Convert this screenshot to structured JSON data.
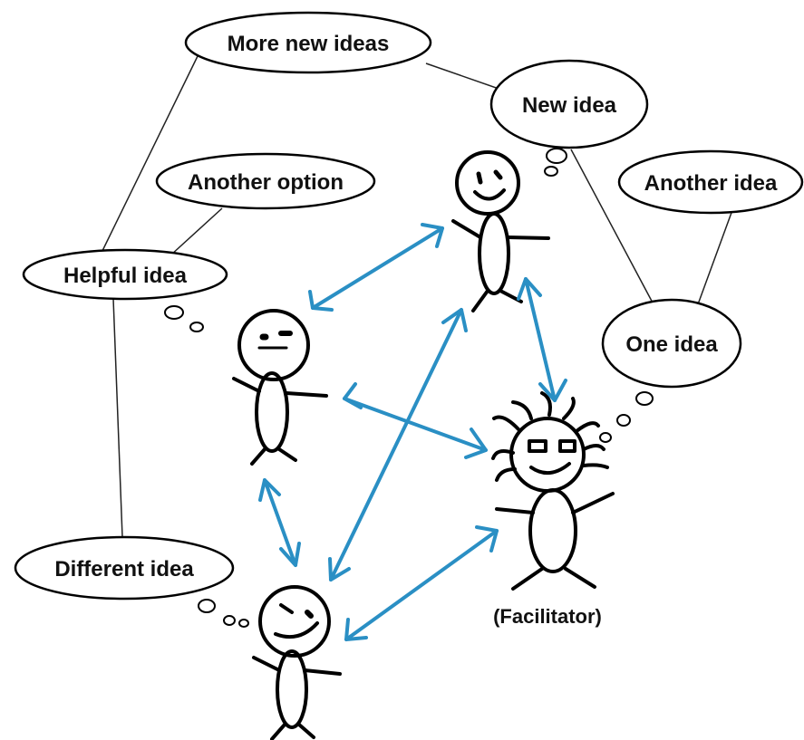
{
  "colors": {
    "arrow": "#2a8fc4",
    "ink": "#000000",
    "background": "#ffffff"
  },
  "bubbles": {
    "more_new_ideas": "More new ideas",
    "new_idea": "New idea",
    "another_option": "Another option",
    "another_idea": "Another idea",
    "helpful_idea": "Helpful idea",
    "one_idea": "One idea",
    "different_idea": "Different idea"
  },
  "facilitator_label": "(Facilitator)"
}
